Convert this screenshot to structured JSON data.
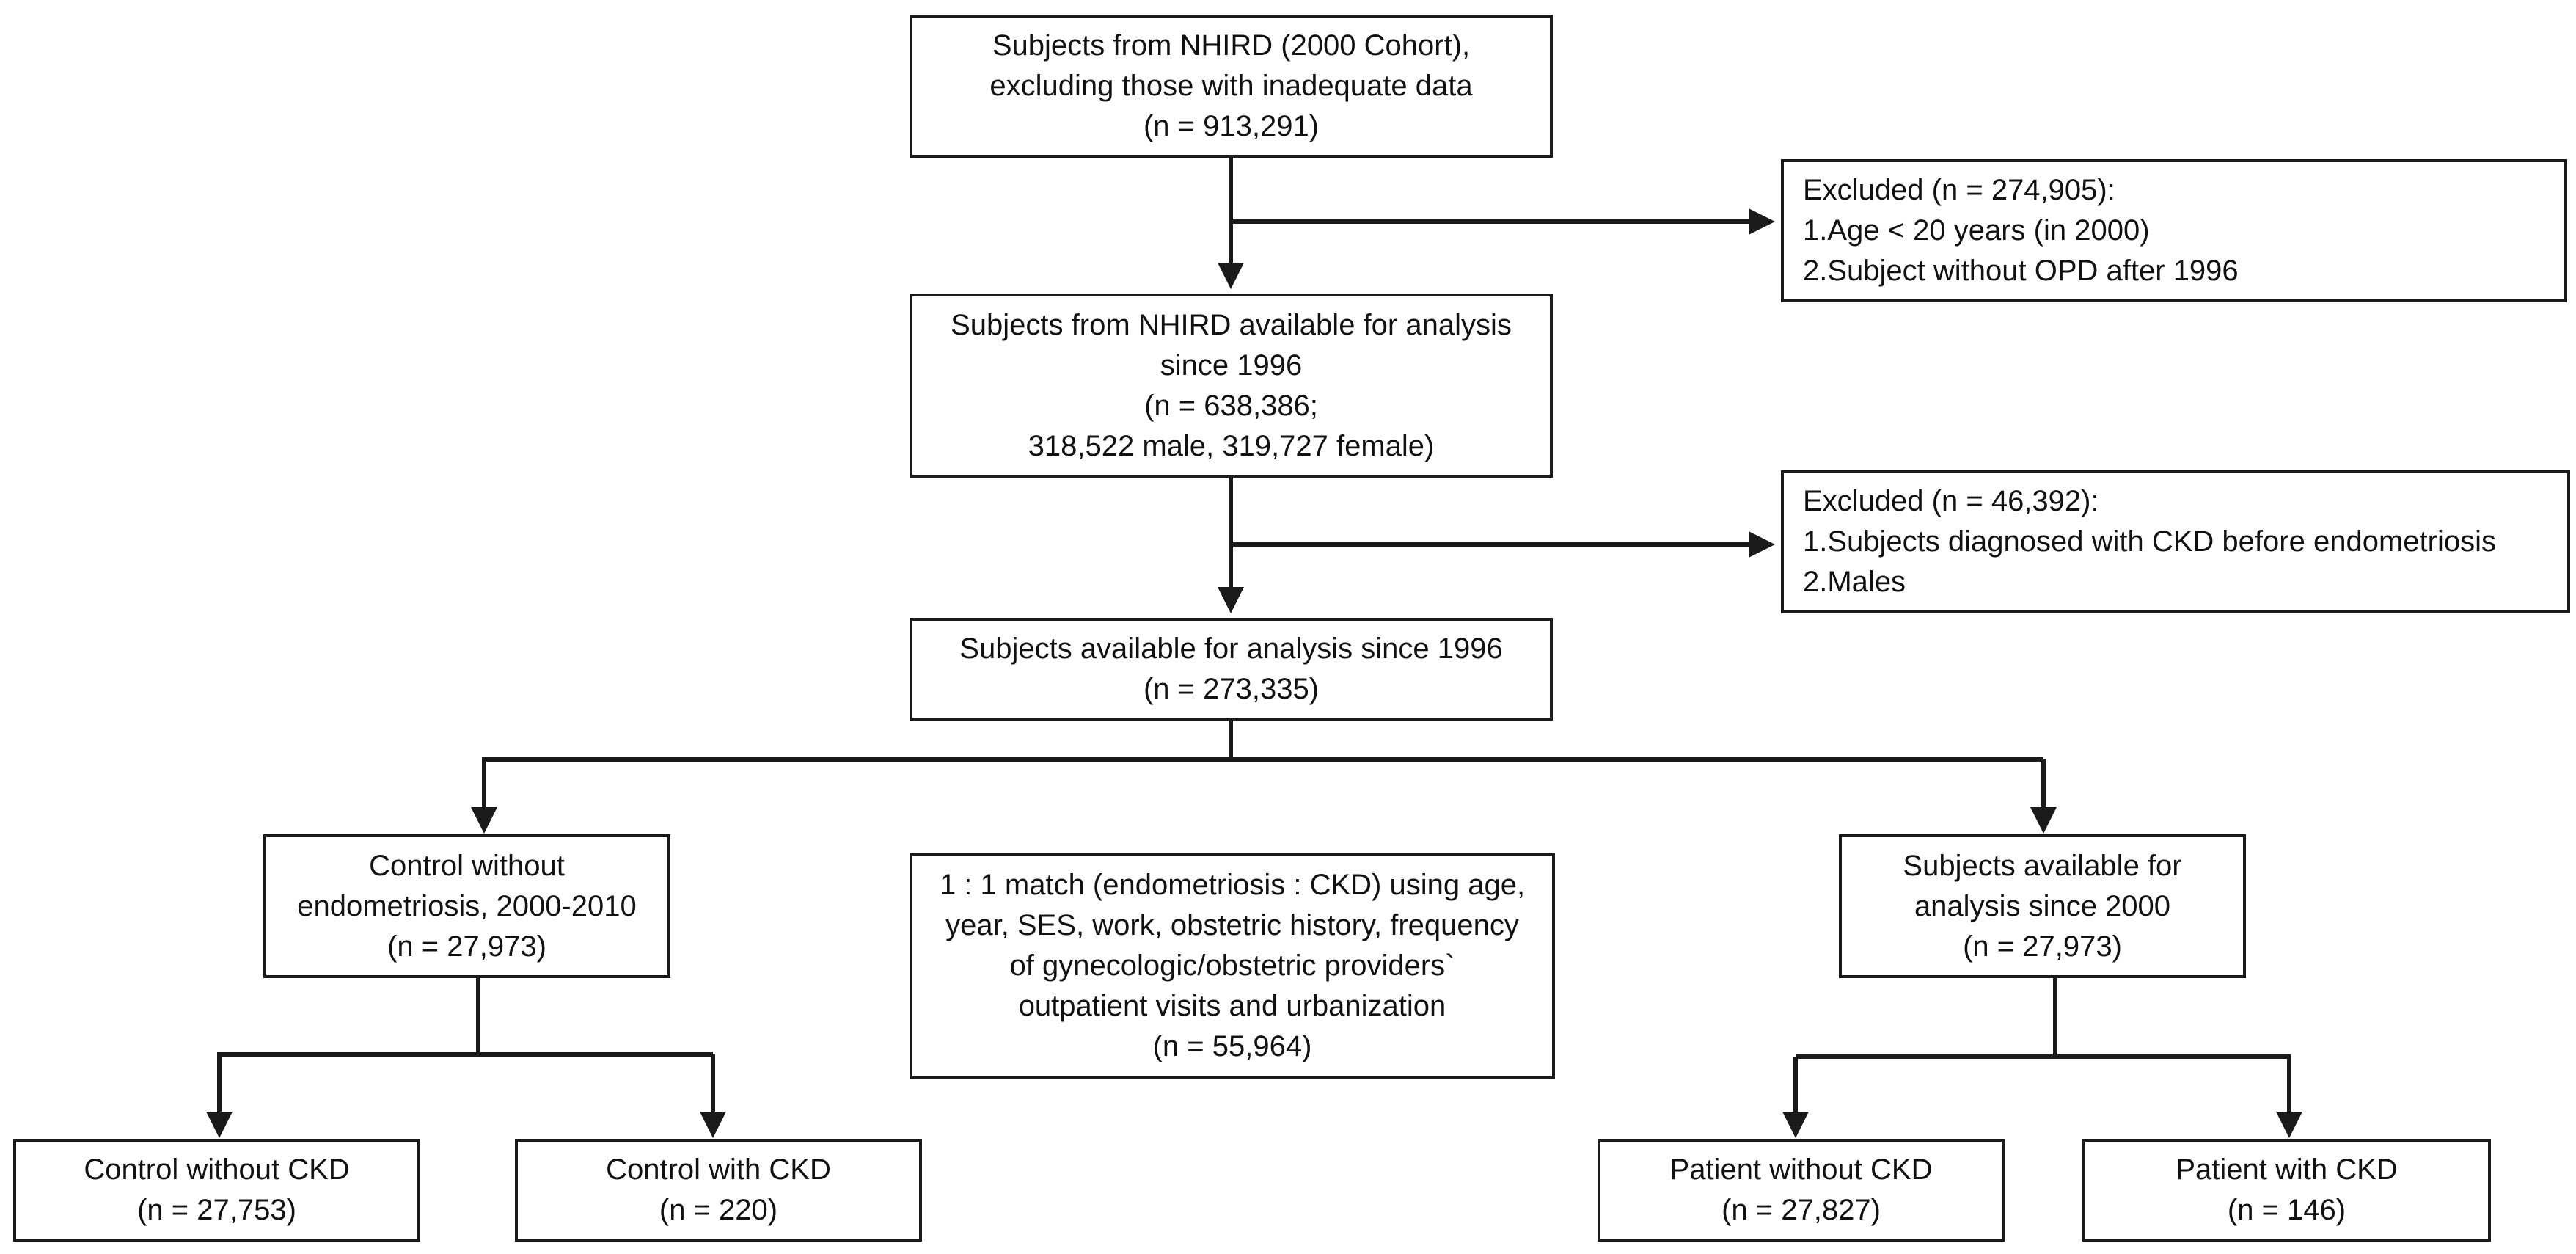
{
  "boxes": {
    "cohort": {
      "lines": [
        "Subjects from NHIRD (2000 Cohort),",
        "excluding those with inadequate data",
        "(n = 913,291)"
      ]
    },
    "excluded1": {
      "lines": [
        "Excluded (n = 274,905):",
        "1.Age < 20 years (in 2000)",
        "2.Subject without OPD after 1996"
      ]
    },
    "available1996": {
      "lines": [
        "Subjects from NHIRD available for analysis",
        "since 1996",
        "(n = 638,386;",
        "318,522 male, 319,727 female)"
      ]
    },
    "excluded2": {
      "lines": [
        "Excluded (n = 46,392):",
        "1.Subjects diagnosed with CKD before endometriosis",
        "2.Males"
      ]
    },
    "analysis1996": {
      "lines": [
        "Subjects available for analysis since 1996",
        "(n = 273,335)"
      ]
    },
    "control": {
      "lines": [
        "Control without",
        "endometriosis, 2000-2010",
        "(n = 27,973)"
      ]
    },
    "match": {
      "lines": [
        "1 : 1 match (endometriosis : CKD) using age,",
        "year, SES, work, obstetric history, frequency",
        "of gynecologic/obstetric providers`",
        "outpatient visits and urbanization",
        "(n = 55,964)"
      ]
    },
    "analysis2000": {
      "lines": [
        "Subjects available for",
        "analysis since 2000",
        "(n = 27,973)"
      ]
    },
    "controlNoCkd": {
      "lines": [
        "Control without CKD",
        "(n = 27,753)"
      ]
    },
    "controlCkd": {
      "lines": [
        "Control with CKD",
        "(n = 220)"
      ]
    },
    "patientNoCkd": {
      "lines": [
        "Patient without CKD",
        "(n = 27,827)"
      ]
    },
    "patientCkd": {
      "lines": [
        "Patient with CKD",
        "(n = 146)"
      ]
    }
  }
}
